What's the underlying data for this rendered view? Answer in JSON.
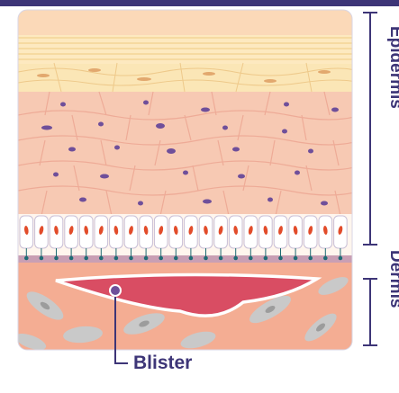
{
  "labels": {
    "epidermis": "Epidermis",
    "dermis": "Dermis",
    "blister": "Blister"
  },
  "colors": {
    "frame": "#3d3577",
    "accent": "#3d3577",
    "stratum_corneum": "#fbe9b8",
    "spinous_layer": "#f7c9b3",
    "cell_nucleus": "#6f4f9a",
    "basal_nucleus": "#e24c2a",
    "dermis": "#f4ad93",
    "blister_fill": "#d94d63",
    "fibroblast": "#c9c9c9",
    "dot": "#1e6b73"
  },
  "icons": [
    "bracket-epidermis",
    "bracket-dermis",
    "blister-marker"
  ]
}
